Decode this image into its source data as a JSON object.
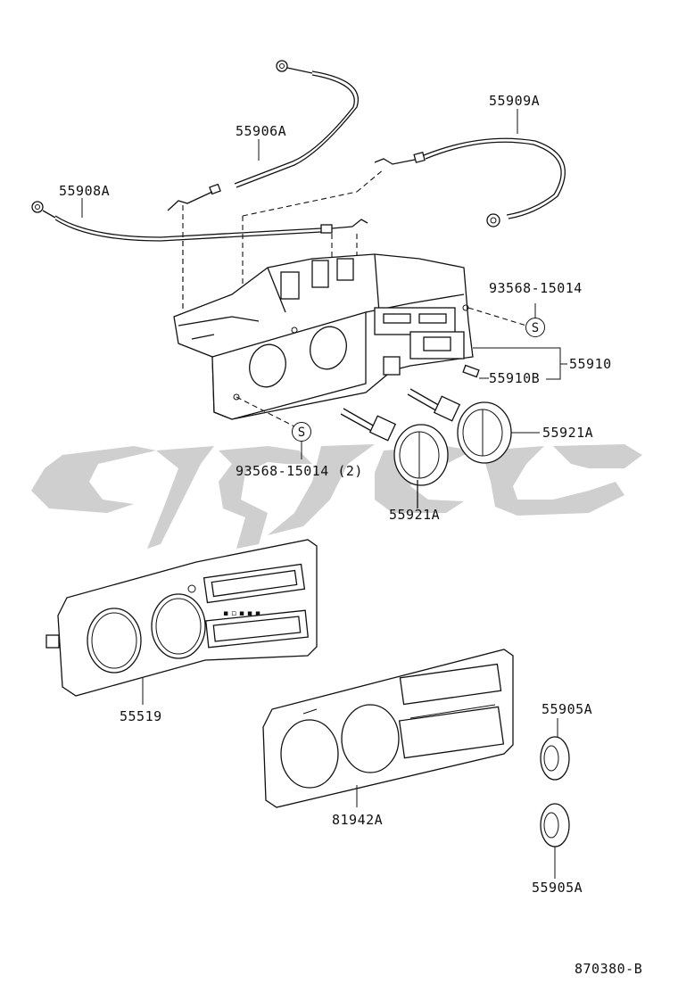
{
  "labels": {
    "p55906A": "55906A",
    "p55909A": "55909A",
    "p55908A": "55908A",
    "p93568_top": "93568-15014",
    "p55910": "55910",
    "p55910B": "55910B",
    "p55921A_right": "55921A",
    "p55921A_bottom": "55921A",
    "p93568_bottom": "93568-15014 (2)",
    "p55519": "55519",
    "p81942A": "81942A",
    "p55905A_top": "55905A",
    "p55905A_bottom": "55905A",
    "diagram_code": "870380-B"
  },
  "symbols": {
    "clip_symbol": "S"
  },
  "colors": {
    "line": "#111111",
    "watermark": "#cfcfcf"
  }
}
